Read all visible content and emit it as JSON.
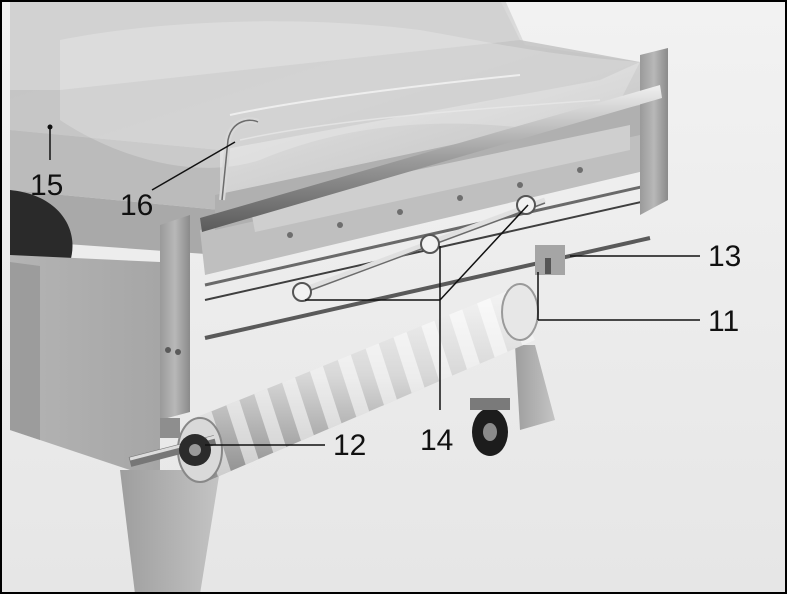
{
  "figure": {
    "callouts": {
      "c11": "11",
      "c12": "12",
      "c13": "13",
      "c14": "14",
      "c15": "15",
      "c16": "16"
    }
  }
}
